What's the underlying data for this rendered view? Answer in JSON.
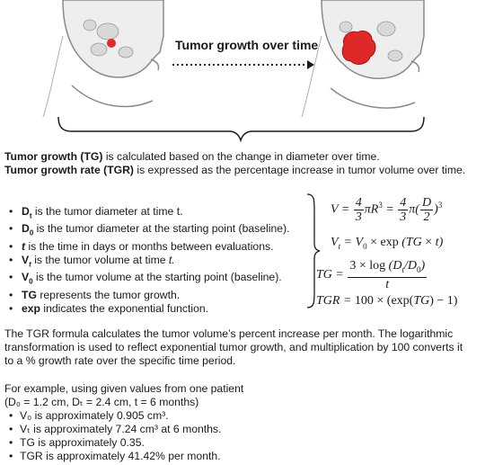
{
  "illustration": {
    "caption": "Tumor growth over time"
  },
  "intro": {
    "tg_term": "Tumor growth (TG)",
    "tg_text": " is calculated based on the change in diameter over time.",
    "tgr_term": "Tumor growth rate (TGR)",
    "tgr_text": " is expressed as the percentage increase in tumor volume over time."
  },
  "definitions": [
    {
      "sym": "D",
      "sub": "t",
      "text": " is the tumor diameter at time t.",
      "italic": false
    },
    {
      "sym": "D",
      "sub": "0",
      "text": " is the tumor diameter at the starting point (baseline).",
      "italic": false
    },
    {
      "sym": "t",
      "sub": "",
      "text": " is the time in days or months between evaluations.",
      "italic": true
    },
    {
      "sym": "V",
      "sub": "t",
      "text": " is the tumor volume at time ",
      "italic": false,
      "tail": "t."
    },
    {
      "sym": "V",
      "sub": "0",
      "text": " is the tumor volume at the starting point (baseline).",
      "italic": false
    },
    {
      "sym": "TG",
      "sub": "",
      "text": " represents the tumor growth.",
      "italic": false
    },
    {
      "sym": "exp",
      "sub": "",
      "text": " indicates the exponential function.",
      "italic": false
    }
  ],
  "explanation": [
    "The TGR formula calculates the tumor volume’s percent increase per month. The logarithmic",
    "transformation is used to reflect exponential tumor growth, and multiplication by 100 converts it",
    "to a % growth rate over the specific time period."
  ],
  "example": {
    "intro": "For example, using given values from one patient",
    "params": "(D₀ = 1.2 cm, Dₜ = 2.4 cm, t = 6 months)",
    "results": [
      "V₀ is approximately 0.905 cm³.",
      "Vₜ is approximately 7.24 cm³ at 6 months.",
      "TG is approximately 0.35.",
      "TGR is approximately 41.42% per month."
    ]
  },
  "colors": {
    "tissue": "#ececec",
    "outline": "#8a8a8a",
    "tumor": "#e02828",
    "arrow": "#1a1a1a"
  }
}
